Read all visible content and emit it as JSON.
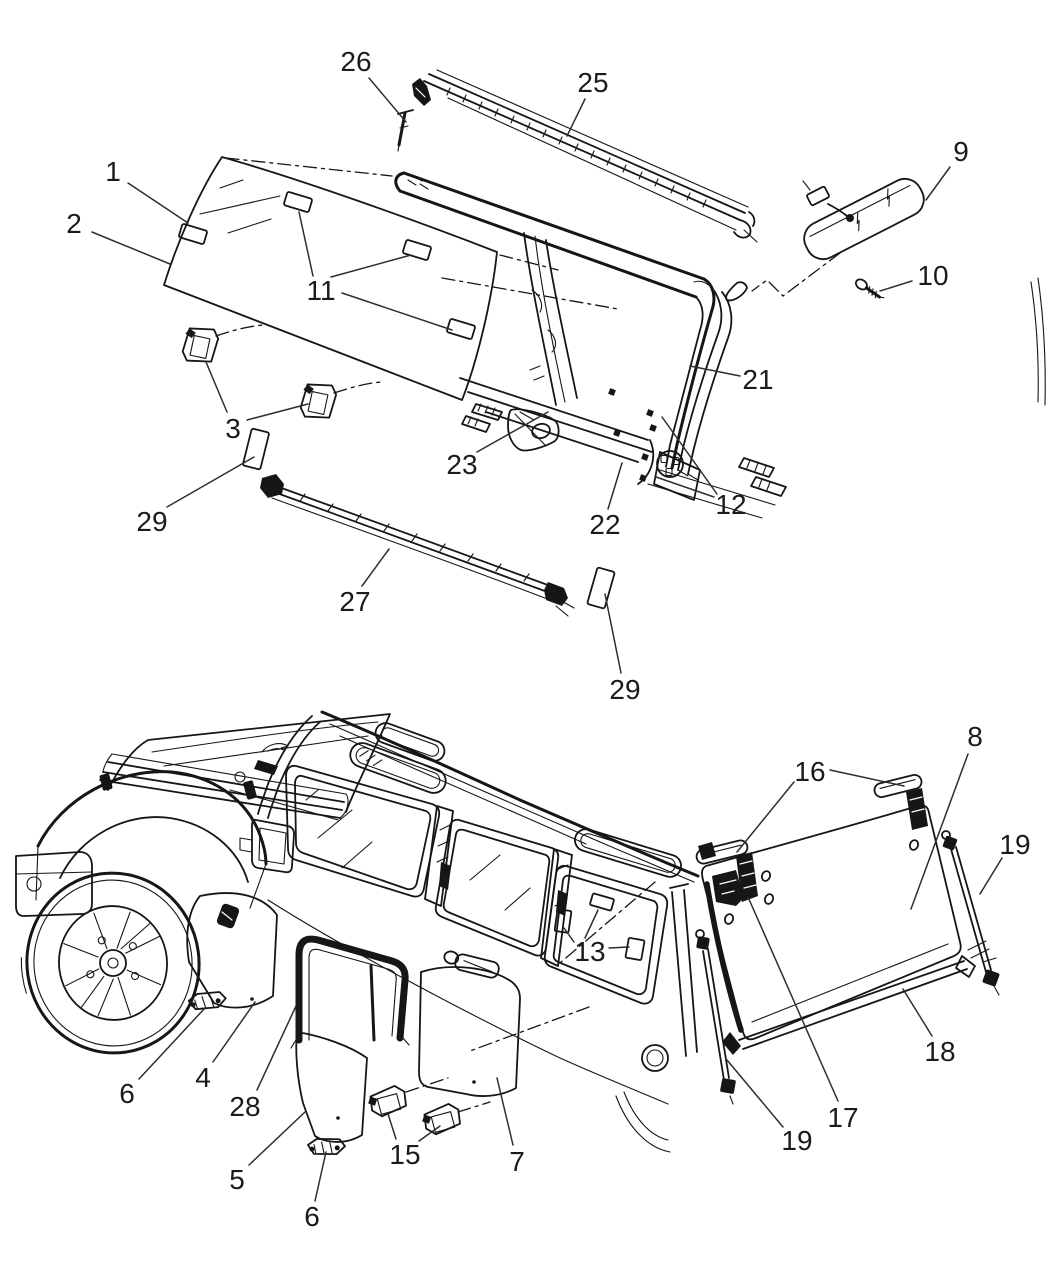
{
  "diagram": {
    "background": "#ffffff",
    "line_color": "#161616",
    "callouts": [
      {
        "label": "1"
      },
      {
        "label": "2"
      },
      {
        "label": "3"
      },
      {
        "label": "4"
      },
      {
        "label": "5"
      },
      {
        "label": "6"
      },
      {
        "label": "6"
      },
      {
        "label": "7"
      },
      {
        "label": "8"
      },
      {
        "label": "9"
      },
      {
        "label": "10"
      },
      {
        "label": "11"
      },
      {
        "label": "12"
      },
      {
        "label": "13"
      },
      {
        "label": "15"
      },
      {
        "label": "16"
      },
      {
        "label": "17"
      },
      {
        "label": "18"
      },
      {
        "label": "19"
      },
      {
        "label": "19"
      },
      {
        "label": "21"
      },
      {
        "label": "22"
      },
      {
        "label": "23"
      },
      {
        "label": "25"
      },
      {
        "label": "26"
      },
      {
        "label": "27"
      },
      {
        "label": "28"
      },
      {
        "label": "29"
      },
      {
        "label": "29"
      }
    ]
  }
}
